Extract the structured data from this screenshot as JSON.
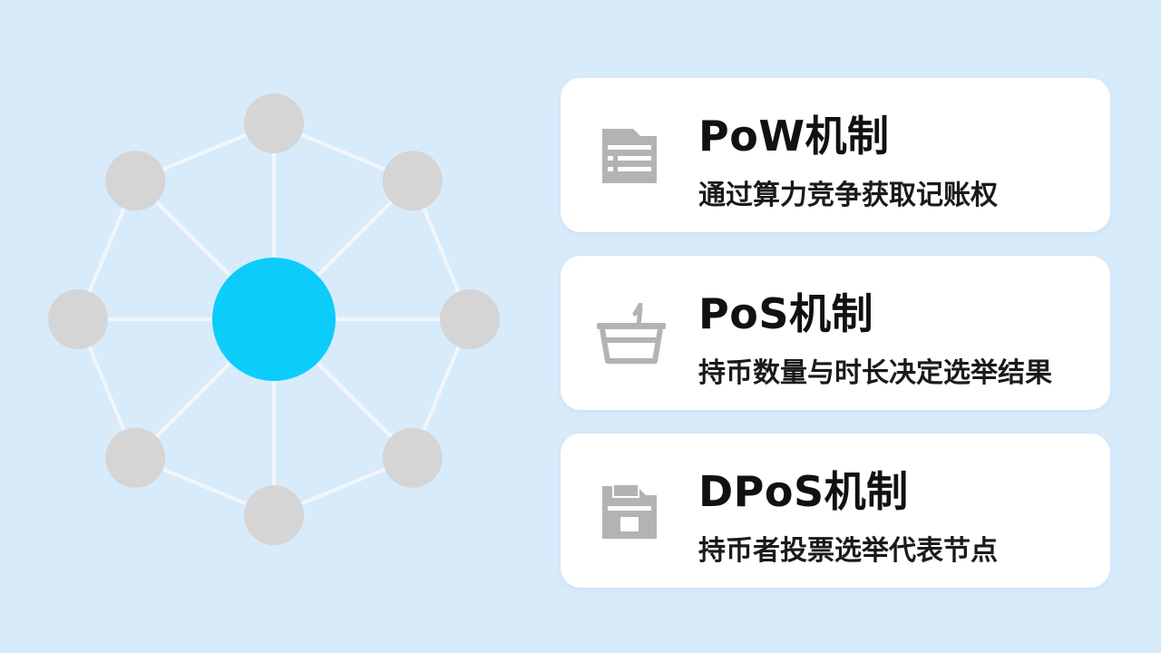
{
  "colors": {
    "background": "#d8ebfb",
    "hub": "#0ccdfa",
    "node": "#d5d5d5",
    "edge": "#f2f6fa",
    "icon": "#b3b3b3"
  },
  "network": {
    "peer_count": 8
  },
  "cards": [
    {
      "icon": "document-icon",
      "title": "PoW机制",
      "desc": "通过算力竞争获取记账权"
    },
    {
      "icon": "basket-icon",
      "title": "PoS机制",
      "desc": "持币数量与时长决定选举结果"
    },
    {
      "icon": "ballot-folder-icon",
      "title": "DPoS机制",
      "desc": "持币者投票选举代表节点"
    }
  ]
}
